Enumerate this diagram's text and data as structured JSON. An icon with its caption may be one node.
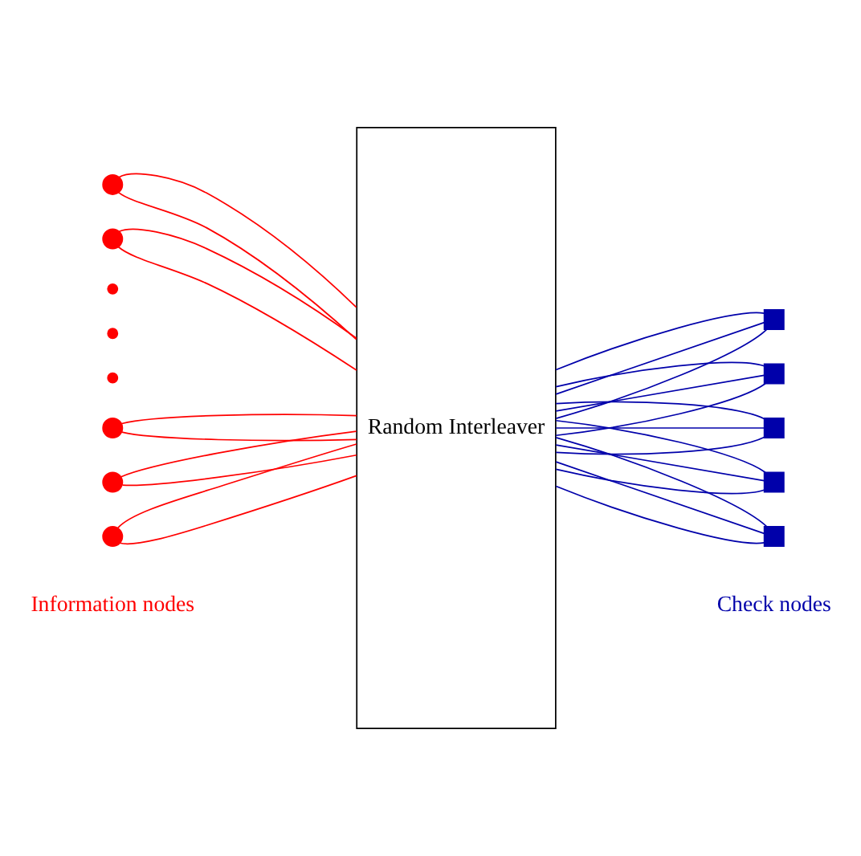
{
  "diagram": {
    "nodes": [
      {
        "text": [],
        "shape": "circle"
      },
      {
        "text": [],
        "shape": "circle"
      },
      {
        "text": [],
        "shape": "circle"
      },
      {
        "text": [],
        "shape": "circle"
      },
      {
        "text": [],
        "shape": "circle"
      },
      {
        "text": [],
        "shape": "circle"
      },
      {
        "text": [],
        "shape": "circle"
      },
      {
        "text": [],
        "shape": "circle"
      },
      {
        "text": [
          "Random Interleaver"
        ]
      },
      {
        "text": [],
        "shape": "box"
      },
      {
        "text": [],
        "shape": "box"
      },
      {
        "text": [],
        "shape": "box"
      },
      {
        "text": [],
        "shape": "box"
      },
      {
        "text": [],
        "shape": "box"
      }
    ],
    "edges": [
      {
        "from": 0,
        "to": 8,
        "arrow": "none",
        "color": "#ff0000"
      },
      {
        "from": 0,
        "to": 8,
        "arrow": "none",
        "color": "#ff0000"
      },
      {
        "from": 1,
        "to": 8,
        "arrow": "none",
        "color": "#ff0000"
      },
      {
        "from": 1,
        "to": 8,
        "arrow": "none",
        "color": "#ff0000"
      },
      {
        "from": 5,
        "to": 8,
        "arrow": "none",
        "color": "#ff0000"
      },
      {
        "from": 5,
        "to": 8,
        "arrow": "none",
        "color": "#ff0000"
      },
      {
        "from": 6,
        "to": 8,
        "arrow": "none",
        "color": "#ff0000"
      },
      {
        "from": 6,
        "to": 8,
        "arrow": "none",
        "color": "#ff0000"
      },
      {
        "from": 7,
        "to": 8,
        "arrow": "none",
        "color": "#ff0000"
      },
      {
        "from": 7,
        "to": 8,
        "arrow": "none",
        "color": "#ff0000"
      },
      {
        "from": 8,
        "to": 9,
        "arrow": "none"
      },
      {
        "from": 8,
        "to": 9,
        "arrow": "none"
      },
      {
        "from": 8,
        "to": 9,
        "arrow": "none"
      },
      {
        "from": 8,
        "to": 10,
        "arrow": "none"
      },
      {
        "from": 8,
        "to": 10,
        "arrow": "none"
      },
      {
        "from": 8,
        "to": 10,
        "arrow": "none"
      },
      {
        "from": 8,
        "to": 11,
        "arrow": "none"
      },
      {
        "from": 8,
        "to": 11,
        "arrow": "none"
      },
      {
        "from": 8,
        "to": 11,
        "arrow": "none"
      },
      {
        "from": 8,
        "to": 12,
        "arrow": "none"
      },
      {
        "from": 8,
        "to": 12,
        "arrow": "none"
      },
      {
        "from": 8,
        "to": 12,
        "arrow": "none"
      },
      {
        "from": 8,
        "to": 13,
        "arrow": "none"
      },
      {
        "from": 8,
        "to": 13,
        "arrow": "none"
      },
      {
        "from": 8,
        "to": 13,
        "arrow": "none"
      }
    ],
    "labels": [
      "Information nodes",
      "Check nodes"
    ]
  }
}
